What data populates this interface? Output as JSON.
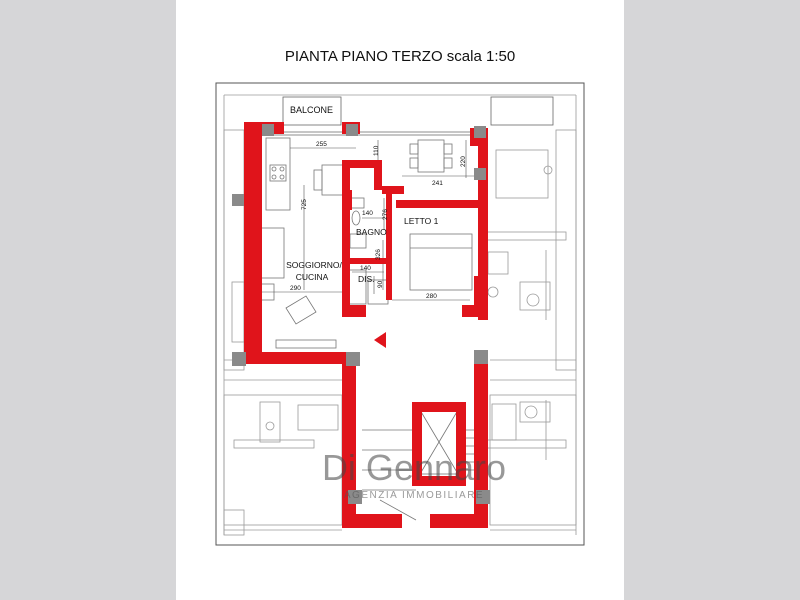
{
  "title": "PIANTA PIANO TERZO scala 1:50",
  "labels": {
    "balcone": "BALCONE",
    "bagno": "BAGNO",
    "letto": "LETTO 1",
    "soggiorno_1": "SOGGIORNO/",
    "soggiorno_2": "CUCINA",
    "dis": "DIS."
  },
  "dimensions": {
    "d255": "255",
    "d110": "110",
    "d220": "220",
    "d241": "241",
    "d725": "725",
    "d140a": "140",
    "d276": "276",
    "d326": "326",
    "d140b": "140",
    "d90": "90",
    "d290": "290",
    "d280": "280"
  },
  "watermark": {
    "line1": "Di Gennaro",
    "line2": "AGENZIA IMMOBILIARE"
  },
  "colors": {
    "wall_red": "#e0141b",
    "column_gray": "#8a8a8a",
    "line_gray": "#9a9a9a",
    "background": "#d6d6d8"
  }
}
